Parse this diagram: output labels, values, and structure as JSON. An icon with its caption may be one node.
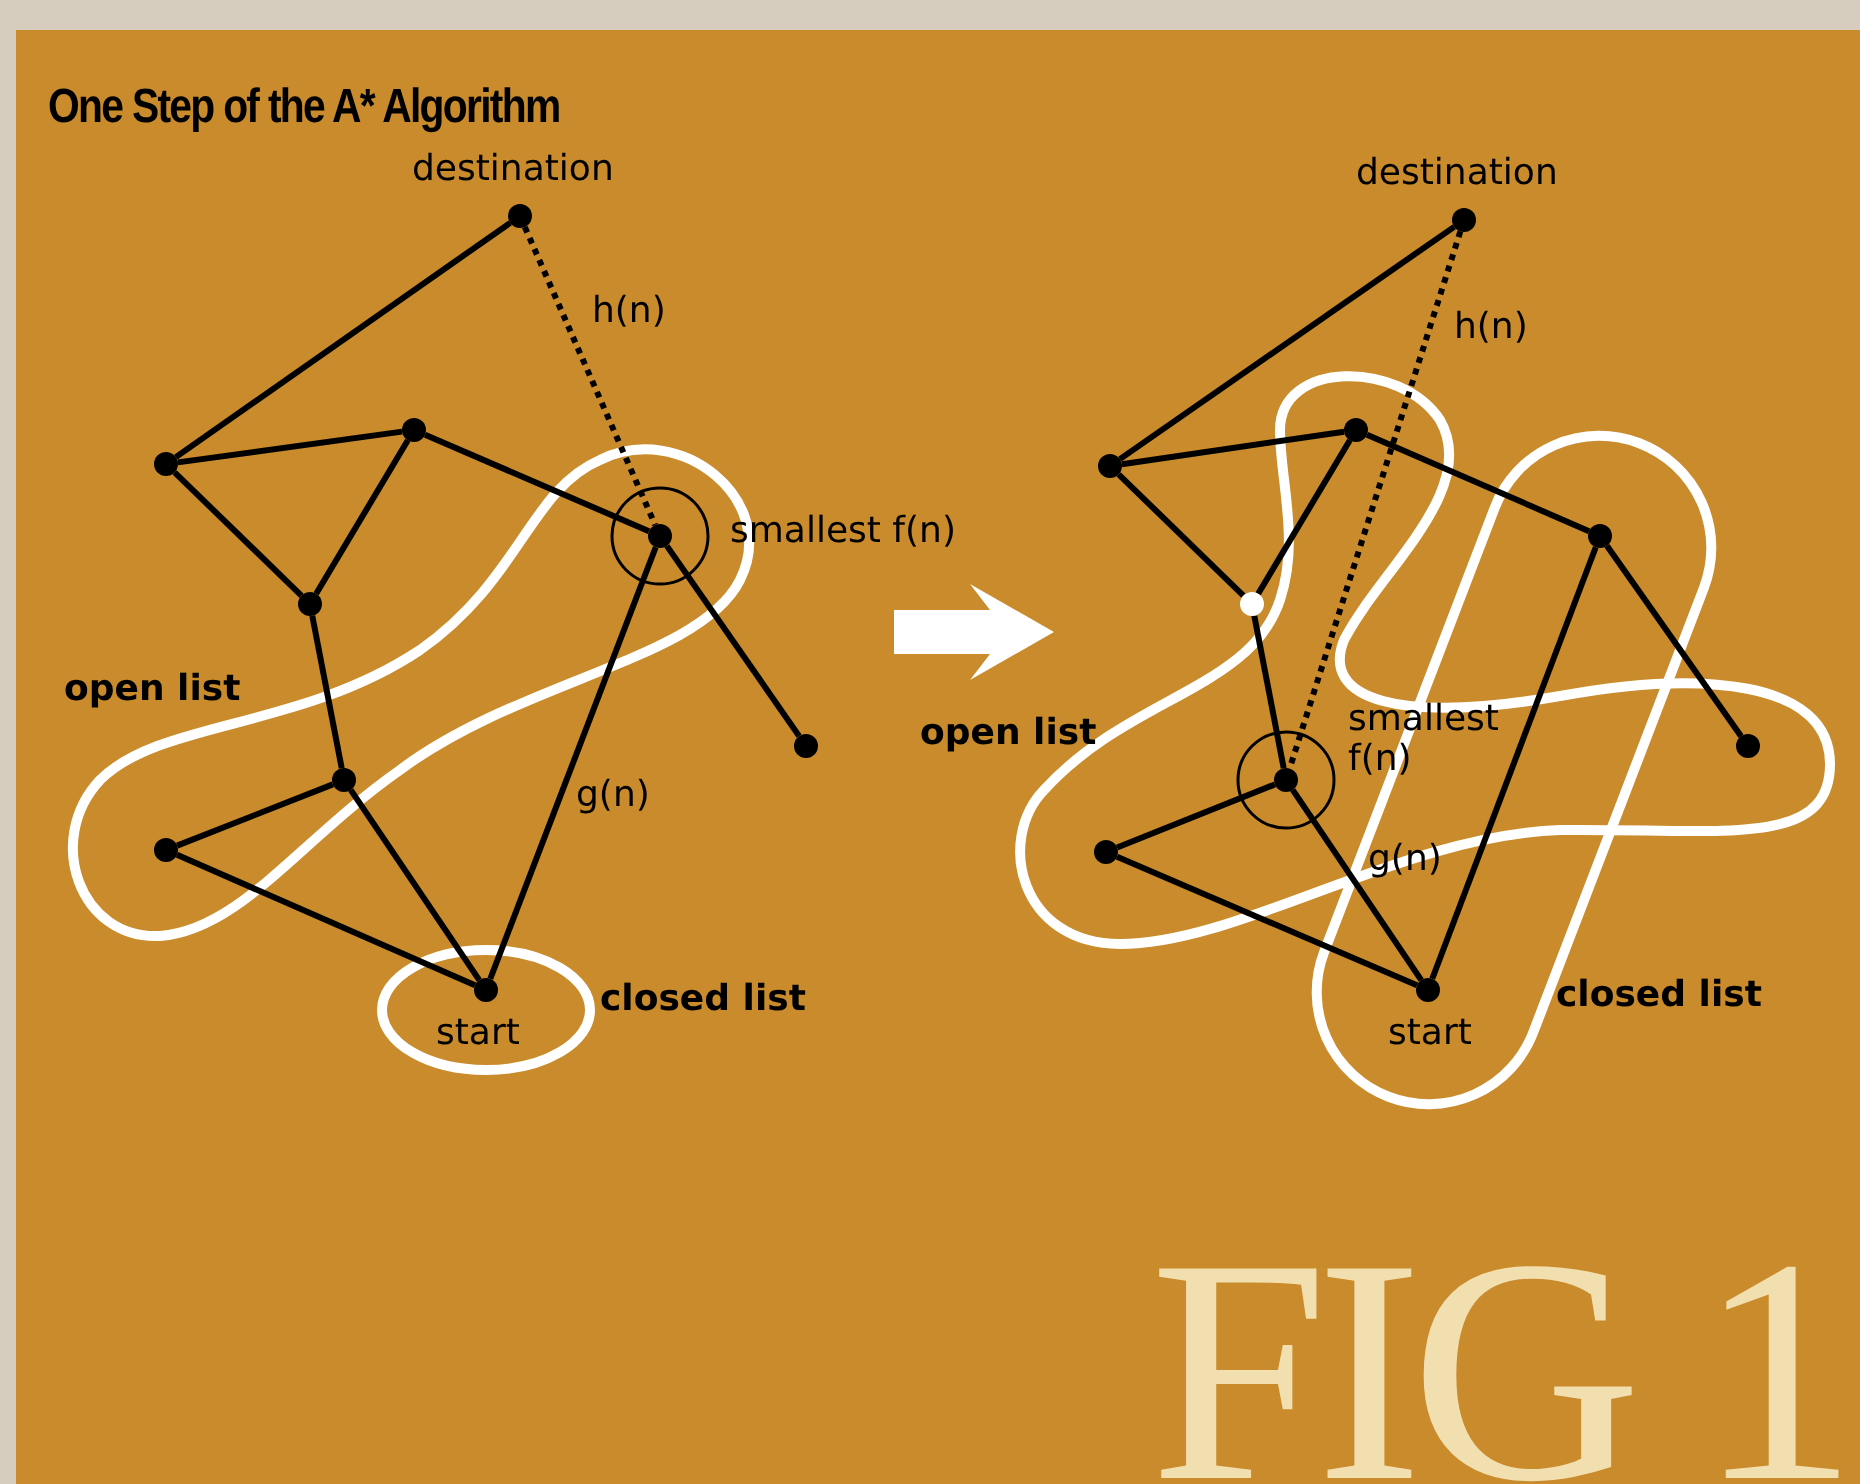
{
  "diagram": {
    "title": "One Step of the A* Algorithm",
    "nodes": [
      {
        "text": [],
        "shape": "circle",
        "beside": [
          "destination"
        ]
      },
      {
        "text": [],
        "shape": "circle"
      },
      {
        "text": [],
        "shape": "circle"
      },
      {
        "text": [],
        "shape": "circle",
        "beside": [
          "smallest f(n)"
        ]
      },
      {
        "text": [],
        "shape": "circle"
      },
      {
        "text": [],
        "shape": "circle"
      },
      {
        "text": [],
        "shape": "circle"
      },
      {
        "text": [],
        "shape": "circle"
      },
      {
        "text": [],
        "shape": "circle",
        "beside": [
          "start"
        ]
      },
      {
        "text": [],
        "shape": "circle",
        "beside": [
          "destination"
        ]
      },
      {
        "text": [],
        "shape": "circle"
      },
      {
        "text": [],
        "shape": "circle"
      },
      {
        "text": [],
        "shape": "circle"
      },
      {
        "text": [],
        "shape": "circle"
      },
      {
        "text": [],
        "shape": "circle",
        "beside": [
          "smallest f(n)"
        ]
      },
      {
        "text": [],
        "shape": "circle"
      },
      {
        "text": [],
        "shape": "circle"
      },
      {
        "text": [],
        "shape": "circle",
        "beside": [
          "start"
        ]
      }
    ],
    "edges": [
      {
        "from": 0,
        "to": 1,
        "arrow": "none"
      },
      {
        "from": 1,
        "to": 2,
        "arrow": "none"
      },
      {
        "from": 1,
        "to": 4,
        "arrow": "none"
      },
      {
        "from": 2,
        "to": 4,
        "arrow": "none"
      },
      {
        "from": 2,
        "to": 3,
        "arrow": "none"
      },
      {
        "from": 4,
        "to": 5,
        "arrow": "none"
      },
      {
        "from": 5,
        "to": 6,
        "arrow": "none"
      },
      {
        "from": 5,
        "to": 8,
        "arrow": "none"
      },
      {
        "from": 6,
        "to": 8,
        "arrow": "none"
      },
      {
        "from": 3,
        "to": 7,
        "arrow": "none"
      },
      {
        "from": 3,
        "to": 8,
        "arrow": "none",
        "label": "g(n)"
      },
      {
        "from": 0,
        "to": 3,
        "arrow": "none",
        "style": "dashed",
        "label": "h(n)"
      },
      {
        "from": 9,
        "to": 10,
        "arrow": "none"
      },
      {
        "from": 10,
        "to": 11,
        "arrow": "none"
      },
      {
        "from": 10,
        "to": 13,
        "arrow": "none"
      },
      {
        "from": 11,
        "to": 13,
        "arrow": "none"
      },
      {
        "from": 11,
        "to": 12,
        "arrow": "none"
      },
      {
        "from": 13,
        "to": 14,
        "arrow": "none"
      },
      {
        "from": 14,
        "to": 15,
        "arrow": "none"
      },
      {
        "from": 15,
        "to": 17,
        "arrow": "none"
      },
      {
        "from": 12,
        "to": 16,
        "arrow": "none"
      },
      {
        "from": 12,
        "to": 17,
        "arrow": "none"
      },
      {
        "from": 14,
        "to": 17,
        "arrow": "none",
        "label": "g(n)"
      },
      {
        "from": 9,
        "to": 14,
        "arrow": "none",
        "style": "dashed",
        "label": "h(n)"
      }
    ],
    "labels": [
      "open list",
      "closed list",
      "open list",
      "closed list",
      "FIG 1"
    ]
  }
}
